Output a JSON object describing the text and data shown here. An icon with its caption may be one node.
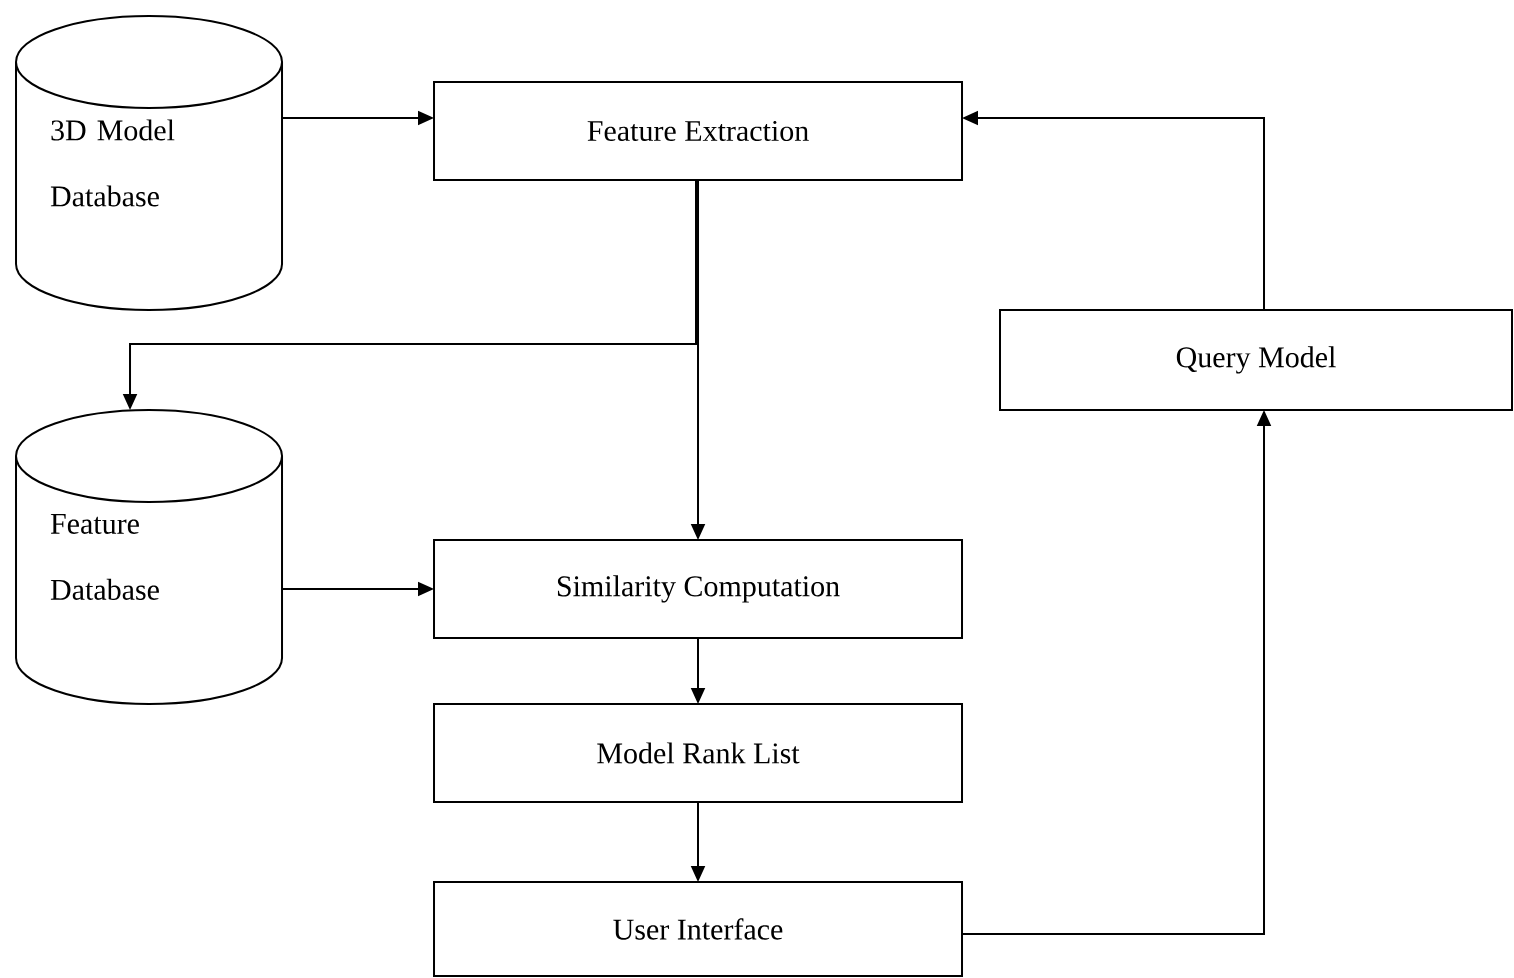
{
  "diagram": {
    "nodes": [
      {
        "text": [
          "3D Model Database"
        ]
      },
      {
        "text": [
          "Feature Extraction"
        ]
      },
      {
        "text": [
          "Feature Database"
        ]
      },
      {
        "text": [
          "Query Model"
        ]
      },
      {
        "text": [
          "Similarity Computation"
        ]
      },
      {
        "text": [
          "Model Rank List"
        ]
      },
      {
        "text": [
          "User Interface"
        ]
      }
    ],
    "edges": [
      {
        "from": 0,
        "to": 1,
        "arrow": "to"
      },
      {
        "from": 3,
        "to": 1,
        "arrow": "to"
      },
      {
        "from": 1,
        "to": 2,
        "arrow": "to"
      },
      {
        "from": 1,
        "to": 4,
        "arrow": "to"
      },
      {
        "from": 2,
        "to": 4,
        "arrow": "to"
      },
      {
        "from": 4,
        "to": 5,
        "arrow": "to"
      },
      {
        "from": 5,
        "to": 6,
        "arrow": "to"
      },
      {
        "from": 6,
        "to": 3,
        "arrow": "to"
      }
    ]
  }
}
